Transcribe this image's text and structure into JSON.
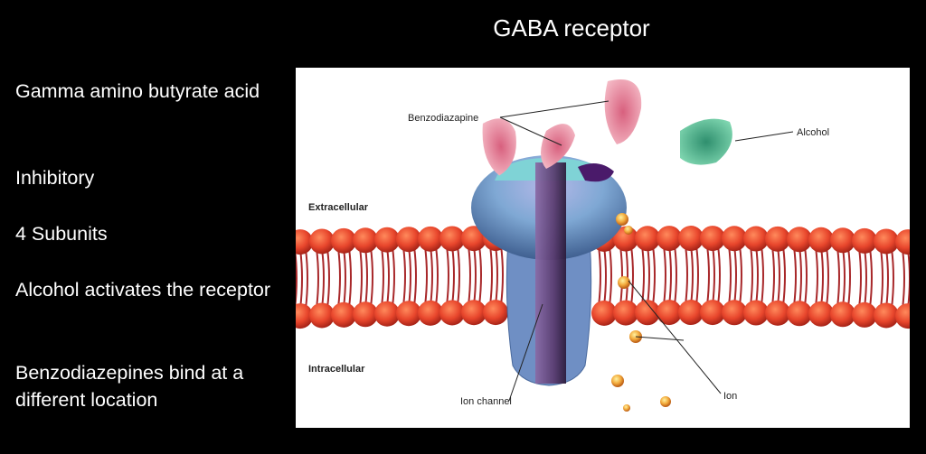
{
  "slide": {
    "title": "GABA receptor",
    "bullets": [
      "Gamma amino butyrate acid",
      "Inhibitory",
      "4 Subunits",
      "Alcohol activates the receptor",
      "Benzodiazepines bind at a different location"
    ]
  },
  "figure": {
    "labels": {
      "benzodiazapine": "Benzodiazapine",
      "alcohol": "Alcohol",
      "extracellular": "Extracellular",
      "intracellular": "Intracellular",
      "ion_channel": "Ion channel",
      "ion": "Ion"
    },
    "colors": {
      "membrane_head": "#e8462c",
      "membrane_tail": "#a8282a",
      "receptor": "#7f9fd0",
      "receptor_top": "#7fd3d6",
      "channel": "#5a3a6e",
      "benzodiazepine": "#e58aa0",
      "alcohol": "#3fae8a",
      "ion": "#f2a93b"
    }
  }
}
